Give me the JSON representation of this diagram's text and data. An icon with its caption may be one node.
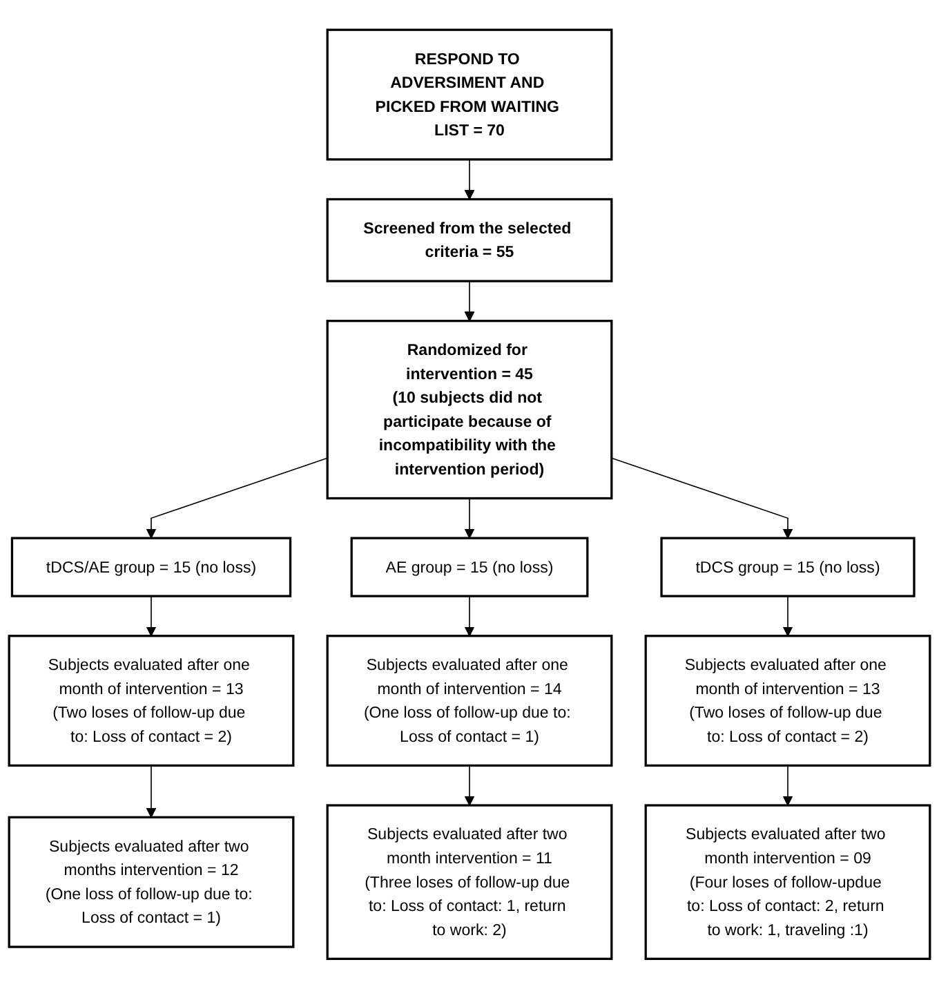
{
  "diagram": {
    "nodes": [
      {
        "text": [
          "RESPOND TO ADVERSIMENT AND PICKED FROM WAITING LIST = 70"
        ]
      },
      {
        "text": [
          "Screened from the selected criteria = 55"
        ]
      },
      {
        "text": [
          "Randomized for intervention = 45",
          "(10 subjects did not participate because of incompatibility with the intervention period)"
        ]
      },
      {
        "text": [
          "tDCS/AE group = 15 (no loss)"
        ]
      },
      {
        "text": [
          "AE group = 15 (no loss)"
        ]
      },
      {
        "text": [
          "tDCS group = 15 (no loss)"
        ]
      },
      {
        "text": [
          "Subjects evaluated after one month of intervention = 13",
          "(Two loses of follow-up due to: Loss of contact = 2)"
        ]
      },
      {
        "text": [
          "Subjects evaluated after one month of intervention = 14",
          "(One loss of follow-up due to: Loss of contact = 1)"
        ]
      },
      {
        "text": [
          "Subjects evaluated after one month of intervention = 13",
          "(Two loses of follow-up due to: Loss of contact = 2)"
        ]
      },
      {
        "text": [
          "Subjects evaluated after two months intervention = 12",
          "(One loss of follow-up due to: Loss of contact = 1)"
        ]
      },
      {
        "text": [
          "Subjects evaluated after two month intervention = 11",
          "(Three loses of follow-up due to: Loss of contact: 1, return to work: 2)"
        ]
      },
      {
        "text": [
          "Subjects evaluated after two month intervention = 09",
          "(Four loses of follow-updue to: Loss of contact: 2, return to work: 1, traveling :1)"
        ]
      }
    ],
    "edges": [
      {
        "from": 0,
        "to": 1,
        "arrow": "to"
      },
      {
        "from": 1,
        "to": 2,
        "arrow": "to"
      },
      {
        "from": 2,
        "to": 3,
        "arrow": "to"
      },
      {
        "from": 2,
        "to": 4,
        "arrow": "to"
      },
      {
        "from": 2,
        "to": 5,
        "arrow": "to"
      },
      {
        "from": 3,
        "to": 6,
        "arrow": "to"
      },
      {
        "from": 4,
        "to": 7,
        "arrow": "to"
      },
      {
        "from": 5,
        "to": 8,
        "arrow": "to"
      },
      {
        "from": 6,
        "to": 9,
        "arrow": "to"
      },
      {
        "from": 7,
        "to": 10,
        "arrow": "to"
      },
      {
        "from": 8,
        "to": 11,
        "arrow": "to"
      }
    ]
  }
}
